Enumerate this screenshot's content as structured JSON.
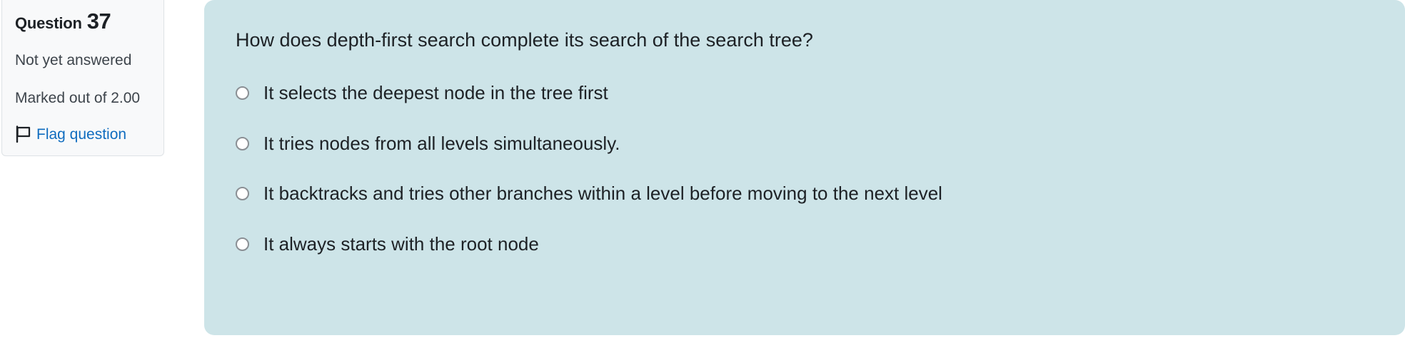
{
  "question_info": {
    "label": "Question",
    "number": "37",
    "state": "Not yet answered",
    "marked_out_of": "Marked out of 2.00",
    "flag_label": "Flag question",
    "flag_icon": "flag-outline-icon",
    "link_color": "#0f6cbf",
    "background_color": "#f8f9fa",
    "border_color": "#dee2e6"
  },
  "question": {
    "text": "How does depth-first search complete its search of the search tree?",
    "panel_background_color": "#cde4e8",
    "text_color": "#1d2125",
    "input_type": "radio",
    "selected_index": null,
    "options": [
      {
        "label": "It selects the deepest node in the tree first",
        "selected": false
      },
      {
        "label": "It tries nodes from all levels simultaneously.",
        "selected": false
      },
      {
        "label": "It backtracks and tries other branches within a level before moving to the next level",
        "selected": false
      },
      {
        "label": "It always starts with the root node",
        "selected": false
      }
    ]
  }
}
